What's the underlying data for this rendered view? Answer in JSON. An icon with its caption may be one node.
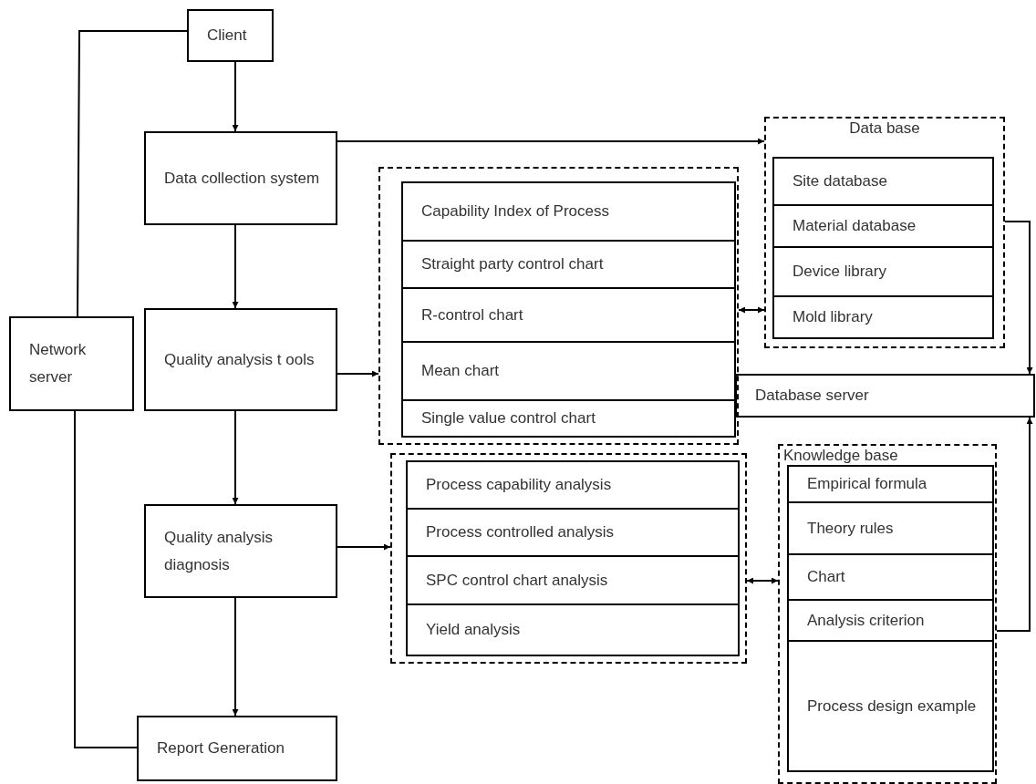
{
  "diagram": {
    "nodes": [
      {
        "text": [
          "Client"
        ]
      },
      {
        "text": [
          "Network server"
        ]
      },
      {
        "text": [
          "Data collection system"
        ]
      },
      {
        "text": [
          "Quality analysis t ools"
        ]
      },
      {
        "text": [
          "Quality analysis diagnosis"
        ]
      },
      {
        "text": [
          "Report Generation"
        ]
      },
      {
        "text": [],
        "shape": "box"
      },
      {
        "text": [
          "Capability Index of Process"
        ],
        "in": 6
      },
      {
        "text": [
          "Straight party control chart"
        ],
        "in": 6
      },
      {
        "text": [
          "R-control chart"
        ],
        "in": 6
      },
      {
        "text": [
          "Mean chart"
        ],
        "in": 6
      },
      {
        "text": [
          "Single value control chart"
        ],
        "in": 6
      },
      {
        "text": [
          "Data base"
        ]
      },
      {
        "text": [
          "Site database"
        ],
        "in": 12
      },
      {
        "text": [
          "Material database"
        ],
        "in": 12
      },
      {
        "text": [
          "Device library"
        ],
        "in": 12
      },
      {
        "text": [
          "Mold library"
        ],
        "in": 12
      },
      {
        "text": [
          "Database server"
        ]
      },
      {
        "text": [
          "Knowledge base"
        ]
      },
      {
        "text": [
          "Empirical formula"
        ],
        "in": 18
      },
      {
        "text": [
          "Theory rules"
        ],
        "in": 18
      },
      {
        "text": [
          "Chart"
        ],
        "in": 18
      },
      {
        "text": [
          "Analysis criterion"
        ],
        "in": 18
      },
      {
        "text": [
          "Process design example"
        ],
        "in": 18
      },
      {
        "text": [],
        "shape": "box"
      },
      {
        "text": [
          "Process capability analysis"
        ],
        "in": 24
      },
      {
        "text": [
          "Process controlled analysis"
        ],
        "in": 24
      },
      {
        "text": [
          "SPC control chart analysis"
        ],
        "in": 24
      },
      {
        "text": [
          "Yield analysis"
        ],
        "in": 24
      }
    ],
    "edges": [
      {
        "from": 0,
        "to": 2,
        "arrow": "to"
      },
      {
        "from": 2,
        "to": 3,
        "arrow": "to"
      },
      {
        "from": 3,
        "to": 4,
        "arrow": "to"
      },
      {
        "from": 4,
        "to": 5,
        "arrow": "to"
      },
      {
        "from": 2,
        "to": 12,
        "arrow": "to"
      },
      {
        "from": 3,
        "to": 6,
        "arrow": "to"
      },
      {
        "from": 4,
        "to": 24,
        "arrow": "to"
      },
      {
        "from": 6,
        "to": 12,
        "arrow": "both"
      },
      {
        "from": 24,
        "to": 18,
        "arrow": "both"
      },
      {
        "from": 0,
        "to": 1,
        "arrow": "none"
      },
      {
        "from": 1,
        "to": 5,
        "arrow": "none"
      },
      {
        "from": 12,
        "to": 17,
        "arrow": "to"
      },
      {
        "from": 18,
        "to": 17,
        "arrow": "to"
      }
    ]
  }
}
